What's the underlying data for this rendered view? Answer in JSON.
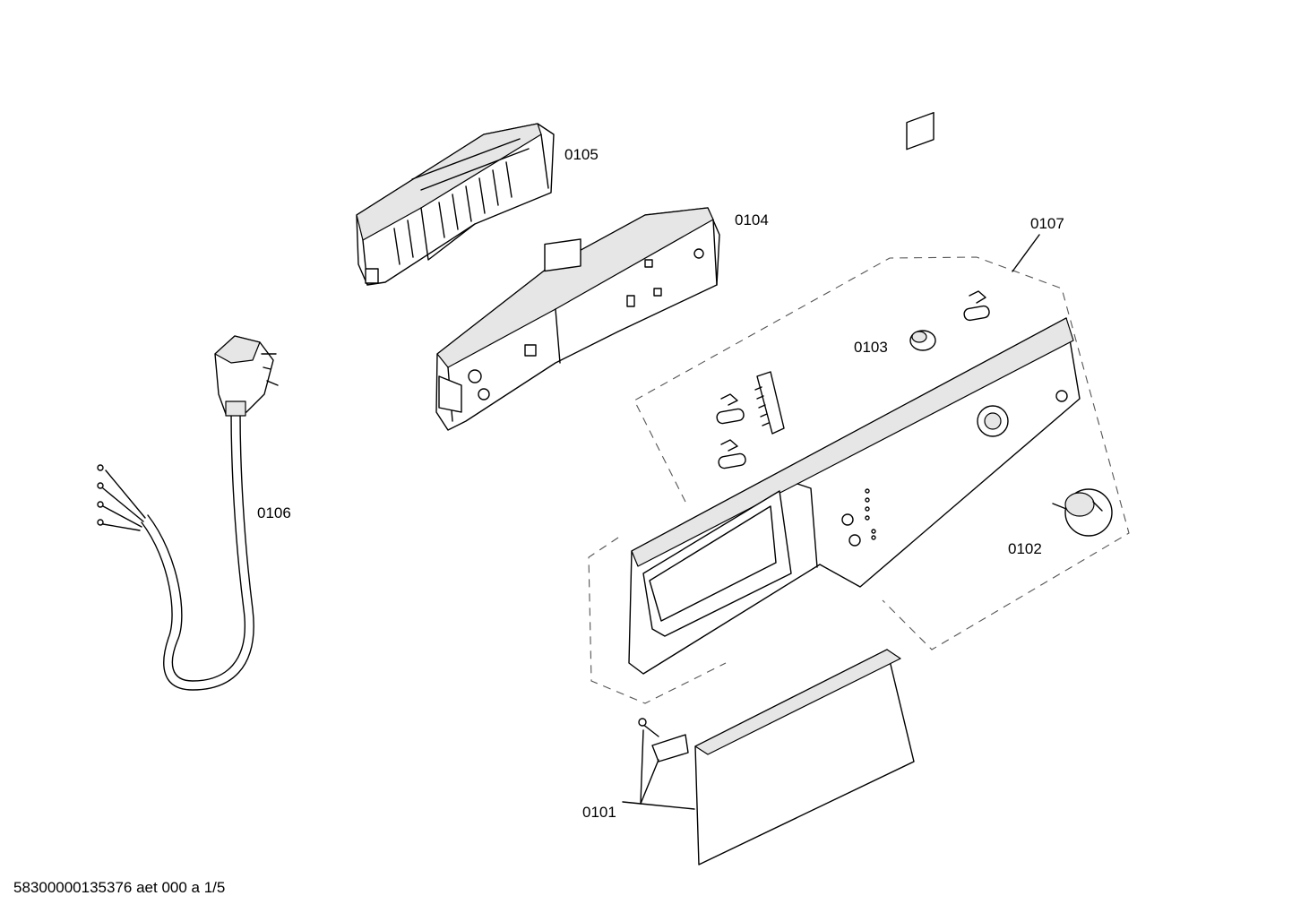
{
  "parts": {
    "p0101": "0101",
    "p0102": "0102",
    "p0103": "0103",
    "p0104": "0104",
    "p0105": "0105",
    "p0106": "0106",
    "p0107": "0107"
  },
  "document_id": "58300000135376 aet 000 a 1/5"
}
